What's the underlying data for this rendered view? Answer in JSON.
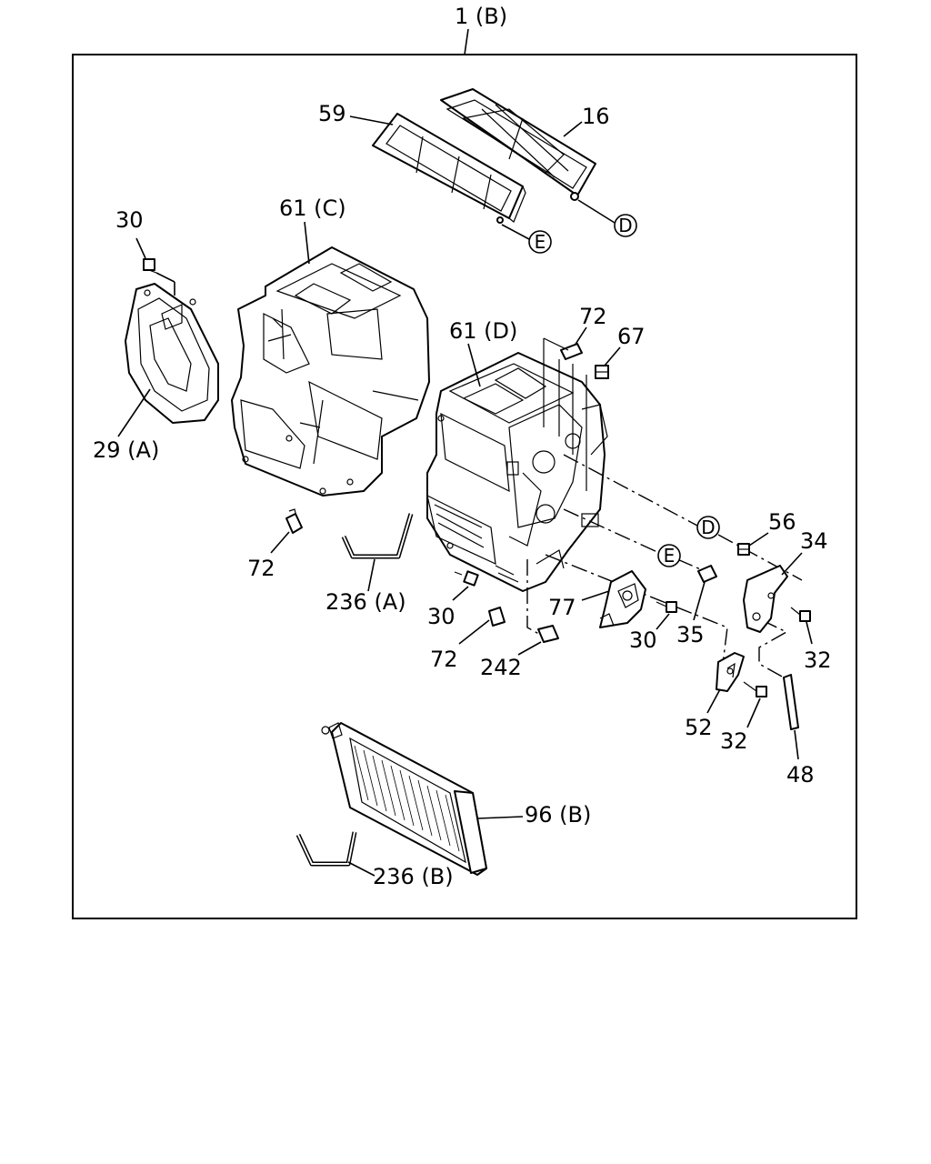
{
  "assembly_label": "1 (B)",
  "callouts": {
    "c59": "59",
    "c16": "16",
    "c30a": "30",
    "c61c": "61 (C)",
    "c29a": "29 (A)",
    "c72a": "72",
    "c61d": "61 (D)",
    "c67": "67",
    "c72b": "72",
    "c236a": "236 (A)",
    "c30b": "30",
    "c72c": "72",
    "c242": "242",
    "c77": "77",
    "c30c": "30",
    "c35": "35",
    "c56": "56",
    "c34": "34",
    "c32a": "32",
    "c52": "52",
    "c32b": "32",
    "c48": "48",
    "c96b": "96 (B)",
    "c236b": "236 (B)"
  },
  "markers": {
    "d_top": "D",
    "e_top": "E",
    "d_mid": "D",
    "e_mid": "E"
  }
}
